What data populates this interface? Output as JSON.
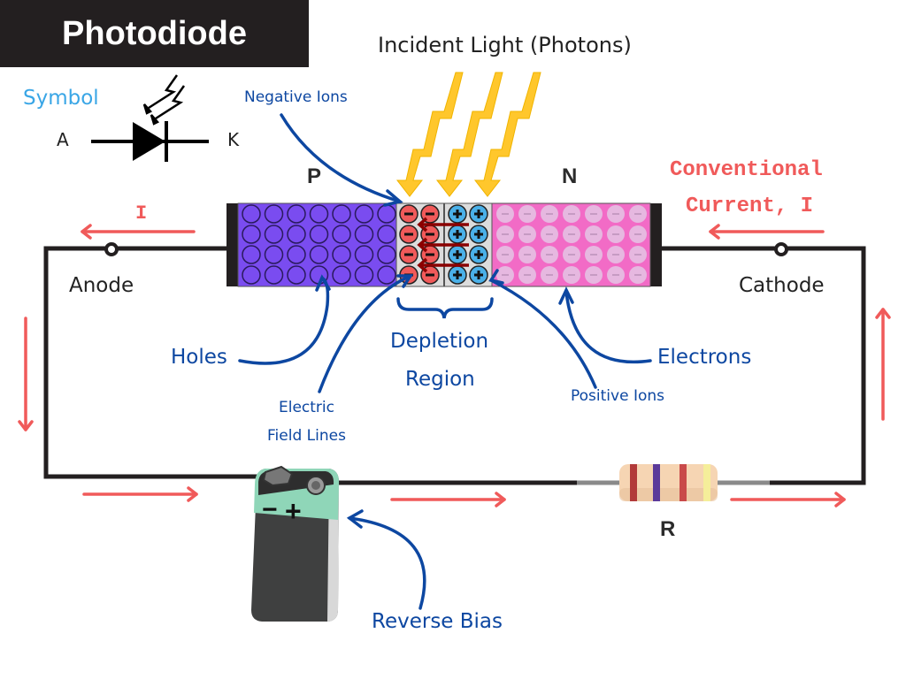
{
  "title": "Photodiode",
  "symbol": {
    "label": "Symbol",
    "anode_letter": "A",
    "cathode_letter": "K"
  },
  "incident_light_label": "Incident Light (Photons)",
  "regions": {
    "p_label": "P",
    "n_label": "N",
    "p_rows": 4,
    "p_cols": 7,
    "n_rows": 4,
    "n_cols": 7,
    "depletion_rows": 4,
    "negative_ion_cols": 2,
    "positive_ion_cols": 2
  },
  "annotations": {
    "negative_ions": "Negative Ions",
    "holes": "Holes",
    "electric_field_line1": "Electric",
    "electric_field_line2": "Field Lines",
    "depletion_line1": "Depletion",
    "depletion_line2": "Region",
    "positive_ions": "Positive Ions",
    "electrons": "Electrons",
    "reverse_bias": "Reverse Bias"
  },
  "terminals": {
    "anode": "Anode",
    "cathode": "Cathode"
  },
  "current": {
    "label_short": "I",
    "label_line1": "Conventional",
    "label_line2": "Current, I"
  },
  "resistor": {
    "label": "R",
    "bands": [
      "#b23a3a",
      "#5b3a9a",
      "#c94a4a",
      "#f5ee9a"
    ]
  },
  "battery": {
    "minus": "−",
    "plus": "+"
  },
  "colors": {
    "p_region": "#7a4cf0",
    "n_region": "#f26bc6",
    "depletion_bg": "#dcdcdc",
    "negative_ion": "#f05a5a",
    "positive_ion": "#4ab0e8",
    "electron": "#e6b8e0",
    "photon": "#ffc72c",
    "current_arrow": "#f05a5a",
    "annotation": "#0d47a1",
    "field_arrow": "#8b0000",
    "wire": "#231f20"
  }
}
